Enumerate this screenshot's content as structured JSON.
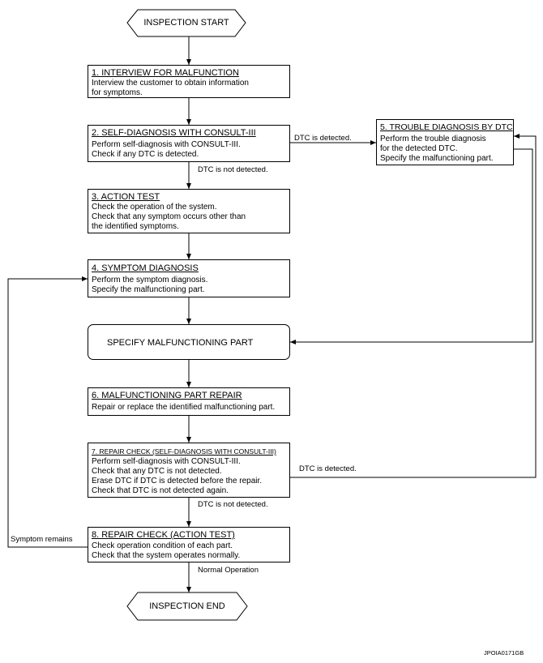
{
  "start": "INSPECTION START",
  "end": "INSPECTION END",
  "steps": [
    {
      "title": "1. INTERVIEW FOR MALFUNCTION",
      "body": "Interview the customer to obtain information\nfor symptoms."
    },
    {
      "title": "2. SELF-DIAGNOSIS WITH CONSULT-III",
      "body": "Perform self-diagnosis with CONSULT-III.\nCheck if any DTC is detected."
    },
    {
      "title": "3. ACTION TEST",
      "body": "Check the operation of the system.\nCheck that any symptom occurs other than\nthe identified symptoms."
    },
    {
      "title": "4. SYMPTOM DIAGNOSIS",
      "body": "Perform the symptom diagnosis.\nSpecify the malfunctioning part."
    },
    {
      "title": "5. TROUBLE DIAGNOSIS BY DTC",
      "body": "Perform the trouble diagnosis\nfor the detected DTC.\nSpecify the malfunctioning part."
    },
    {
      "title": "6. MALFUNCTIONING PART REPAIR",
      "body": "Repair or replace the identified malfunctioning part."
    },
    {
      "title": "7. REPAIR CHECK (SELF-DIAGNOSIS WITH CONSULT-III)",
      "body": "Perform self-diagnosis with CONSULT-III.\nCheck that any DTC is not detected.\nErase DTC if DTC is detected before the repair.\nCheck that DTC is not detected again."
    },
    {
      "title": "8. REPAIR CHECK (ACTION TEST)",
      "body": "Check operation condition of each part.\nCheck that the system operates normally."
    }
  ],
  "specify": "SPECIFY MALFUNCTIONING PART",
  "labels": {
    "dtc_detected_1": "DTC is detected.",
    "dtc_not_detected_1": "DTC is not detected.",
    "dtc_detected_2": "DTC is detected.",
    "dtc_not_detected_2": "DTC is not detected.",
    "symptom_remains": "Symptom remains",
    "normal_operation": "Normal Operation"
  },
  "figure_id": "JPOIA0171GB"
}
